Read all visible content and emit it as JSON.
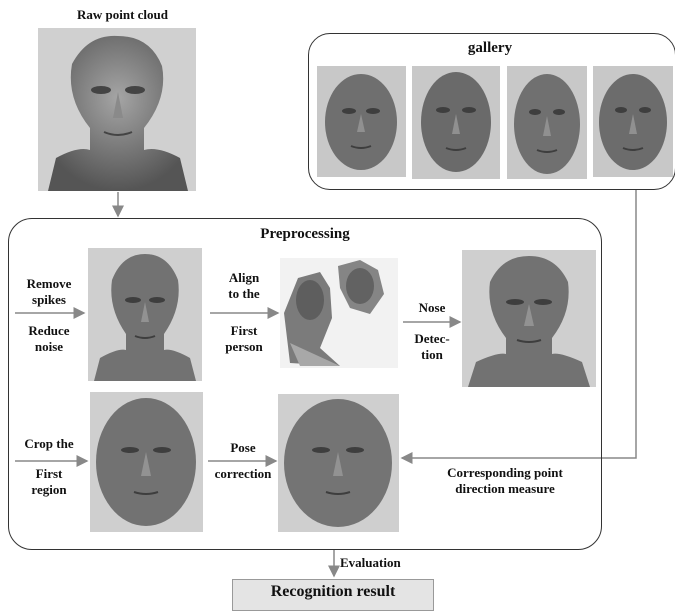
{
  "labels": {
    "raw_point_cloud": "Raw point cloud",
    "gallery": "gallery",
    "preprocessing": "Preprocessing",
    "remove_spikes": "Remove\nspikes",
    "reduce_noise": "Reduce\nnoise",
    "align": "Align\nto the",
    "first_person": "First\nperson",
    "nose": "Nose",
    "detection": "Detec-\ntion",
    "crop": "Crop the",
    "first_region": "First\nregion",
    "pose": "Pose",
    "correction": "correction",
    "corresponding": "Corresponding point\ndirection measure",
    "evaluation": "Evaluation",
    "recognition_result": "Recognition result"
  },
  "colors": {
    "face_base": "#7a7a7a",
    "face_bg": "#c8c8c8",
    "arrow": "#888888"
  }
}
